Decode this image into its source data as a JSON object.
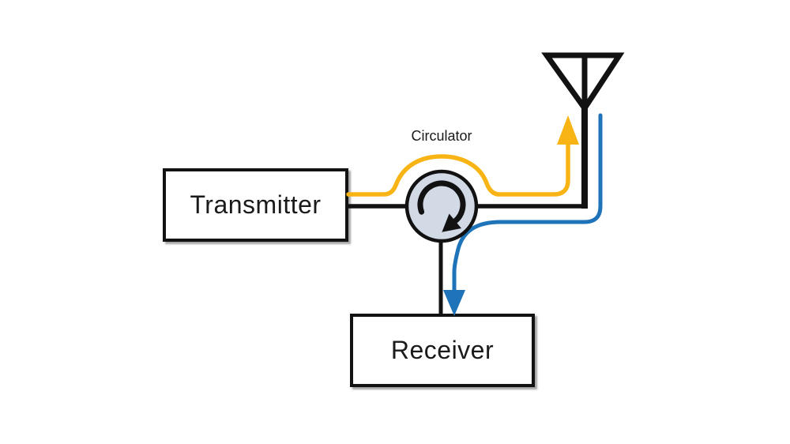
{
  "diagram": {
    "type": "rf-duplexer-block-diagram",
    "labels": {
      "transmitter": "Transmitter",
      "receiver": "Receiver",
      "circulator": "Circulator"
    },
    "nodes": [
      {
        "id": "transmitter",
        "label": "Transmitter",
        "shape": "rectangle"
      },
      {
        "id": "circulator",
        "label": "Circulator",
        "shape": "circle-with-clockwise-arrow"
      },
      {
        "id": "receiver",
        "label": "Receiver",
        "shape": "rectangle"
      },
      {
        "id": "antenna",
        "label": "",
        "shape": "antenna-symbol"
      }
    ],
    "edges": [
      {
        "id": "transmit-path",
        "from": "transmitter",
        "to": "antenna",
        "via": "circulator",
        "style": "arrow",
        "color": "#F8B414"
      },
      {
        "id": "receive-path",
        "from": "antenna",
        "to": "receiver",
        "via": "circulator",
        "style": "arrow",
        "color": "#1E73B9"
      },
      {
        "id": "wire-transmitter-circulator",
        "from": "transmitter",
        "to": "circulator",
        "style": "plain",
        "color": "#121212"
      },
      {
        "id": "wire-circulator-antenna",
        "from": "circulator",
        "to": "antenna",
        "style": "plain",
        "color": "#121212"
      },
      {
        "id": "wire-circulator-receiver",
        "from": "circulator",
        "to": "receiver",
        "style": "plain",
        "color": "#121212"
      }
    ],
    "colors": {
      "transmit_path": "#F8B414",
      "receive_path": "#1E73B9",
      "wire": "#121212",
      "circulator_fill": "#D2DAE6",
      "background": "#FFFFFF",
      "text": "#1A1A1A"
    }
  }
}
